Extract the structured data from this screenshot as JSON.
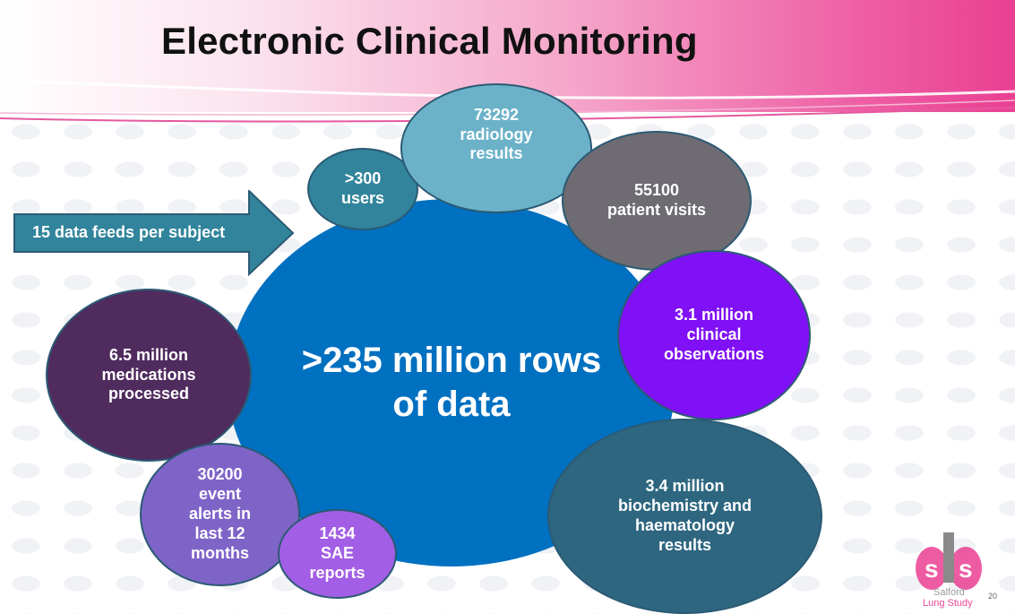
{
  "slide": {
    "title": "Electronic Clinical Monitoring",
    "page_number": "20"
  },
  "arrow": {
    "label": "15 data feeds per subject"
  },
  "center": {
    "text": ">235 million rows\nof data"
  },
  "bubbles": {
    "users": ">300\nusers",
    "radiology": "73292\nradiology\nresults",
    "visits": "55100\npatient visits",
    "observations": "3.1 million\nclinical\nobservations",
    "biochemistry": "3.4 million\nbiochemistry and\nhaematology\nresults",
    "medications": "6.5 million\nmedications\nprocessed",
    "alerts": "30200\nevent\nalerts in\nlast 12\nmonths",
    "sae": "1434\nSAE\nreports"
  },
  "logo": {
    "line1": "Salford",
    "line2": "Lung Study"
  },
  "colors": {
    "center": "#0070c0",
    "users": "#31849b",
    "radiology": "#6bb2c9",
    "visits": "#6e6c72",
    "observations": "#8010f5",
    "biochemistry": "#2e6680",
    "medications": "#4f2b5e",
    "alerts": "#7f64c8",
    "sae": "#a25ee5",
    "accent": "#ea3f92"
  }
}
